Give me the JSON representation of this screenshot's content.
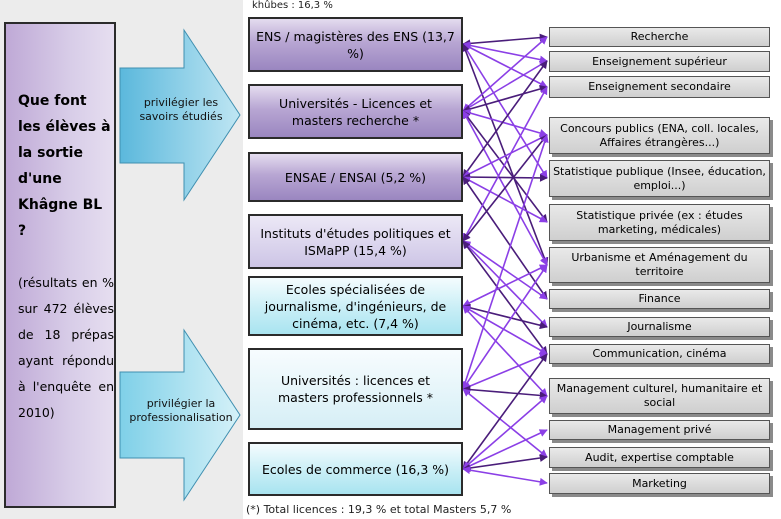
{
  "top_note": "khûbes : 16,3 %",
  "footnote": "(*) Total licences : 19,3 % et total Masters 5,7 %",
  "left": {
    "question": "Que font les élèves à la sortie d'une Khâgne BL ?",
    "results": "(résultats en % sur 472 élèves de 18 prépas ayant répondu à l'enquête en 2010)"
  },
  "arrows": [
    {
      "label": "privilégier les savoirs étudiés"
    },
    {
      "label": "privilégier la professionalisation"
    }
  ],
  "origins": [
    {
      "label": "ENS / magistères des ENS (13,7 %)"
    },
    {
      "label": "Universités - Licences et masters recherche *"
    },
    {
      "label": "ENSAE  / ENSAI (5,2 %)"
    },
    {
      "label": "Instituts d'études politiques et ISMaPP (15,4 %)"
    },
    {
      "label": "Ecoles spécialisées de journalisme, d'ingénieurs, de cinéma, etc. (7,4 %)"
    },
    {
      "label": "Universités : licences et masters professionnels *"
    },
    {
      "label": "Ecoles de commerce (16,3 %)"
    }
  ],
  "destinations": [
    {
      "label": "Recherche"
    },
    {
      "label": "Enseignement supérieur"
    },
    {
      "label": "Enseignement secondaire"
    },
    {
      "label": "Concours publics (ENA, coll. locales, Affaires étrangères...)"
    },
    {
      "label": "Statistique publique (Insee, éducation, emploi...)"
    },
    {
      "label": "Statistique privée (ex : études marketing, médicales)"
    },
    {
      "label": "Urbanisme et Aménagement du territoire"
    },
    {
      "label": "Finance"
    },
    {
      "label": "Journalisme"
    },
    {
      "label": "Communication, cinéma"
    },
    {
      "label": "Management culturel, humanitaire et social"
    },
    {
      "label": "Management privé"
    },
    {
      "label": "Audit, expertise comptable"
    },
    {
      "label": "Marketing"
    }
  ],
  "colors": {
    "link_violet": "#8b3fe6",
    "link_dark": "#4a1d7a"
  },
  "links": [
    [
      0,
      0
    ],
    [
      0,
      1
    ],
    [
      0,
      2
    ],
    [
      0,
      4
    ],
    [
      0,
      6
    ],
    [
      1,
      0
    ],
    [
      1,
      1
    ],
    [
      1,
      2
    ],
    [
      1,
      3
    ],
    [
      1,
      5
    ],
    [
      1,
      6
    ],
    [
      2,
      1
    ],
    [
      2,
      3
    ],
    [
      2,
      4
    ],
    [
      2,
      5
    ],
    [
      2,
      7
    ],
    [
      3,
      2
    ],
    [
      3,
      3
    ],
    [
      3,
      7
    ],
    [
      3,
      8
    ],
    [
      3,
      9
    ],
    [
      4,
      6
    ],
    [
      4,
      8
    ],
    [
      4,
      9
    ],
    [
      4,
      10
    ],
    [
      5,
      3
    ],
    [
      5,
      6
    ],
    [
      5,
      9
    ],
    [
      5,
      10
    ],
    [
      5,
      12
    ],
    [
      6,
      9
    ],
    [
      6,
      10
    ],
    [
      6,
      11
    ],
    [
      6,
      12
    ],
    [
      6,
      13
    ]
  ]
}
